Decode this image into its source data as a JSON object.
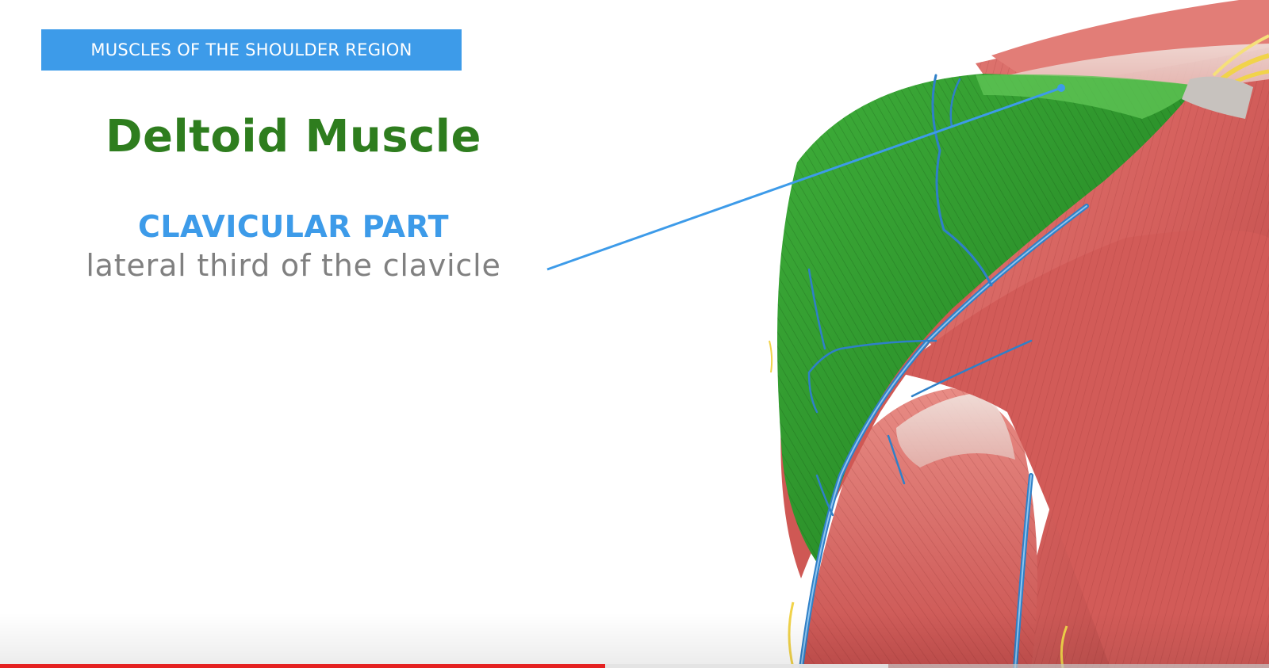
{
  "slide": {
    "section_label": "MUSCLES OF THE SHOULDER REGION",
    "title": "Deltoid Muscle",
    "part_label": "CLAVICULAR PART",
    "part_description": "lateral third of the clavicle"
  },
  "illustration": {
    "subject": "shoulder-muscles-anatomy",
    "highlighted_muscle": "deltoid-clavicular-part"
  },
  "player": {
    "progress_fraction": 0.477,
    "buffered_fraction": 0.7
  },
  "colors": {
    "badge": "#3d9be9",
    "title": "#2e7d1e",
    "part_label": "#3d9be9",
    "description": "#808080",
    "highlight_muscle": "#2f9a2e",
    "muscle": "#d9605d",
    "vessel": "#2f80c8",
    "nerve": "#f1d34a",
    "progress_played": "#e52222"
  }
}
